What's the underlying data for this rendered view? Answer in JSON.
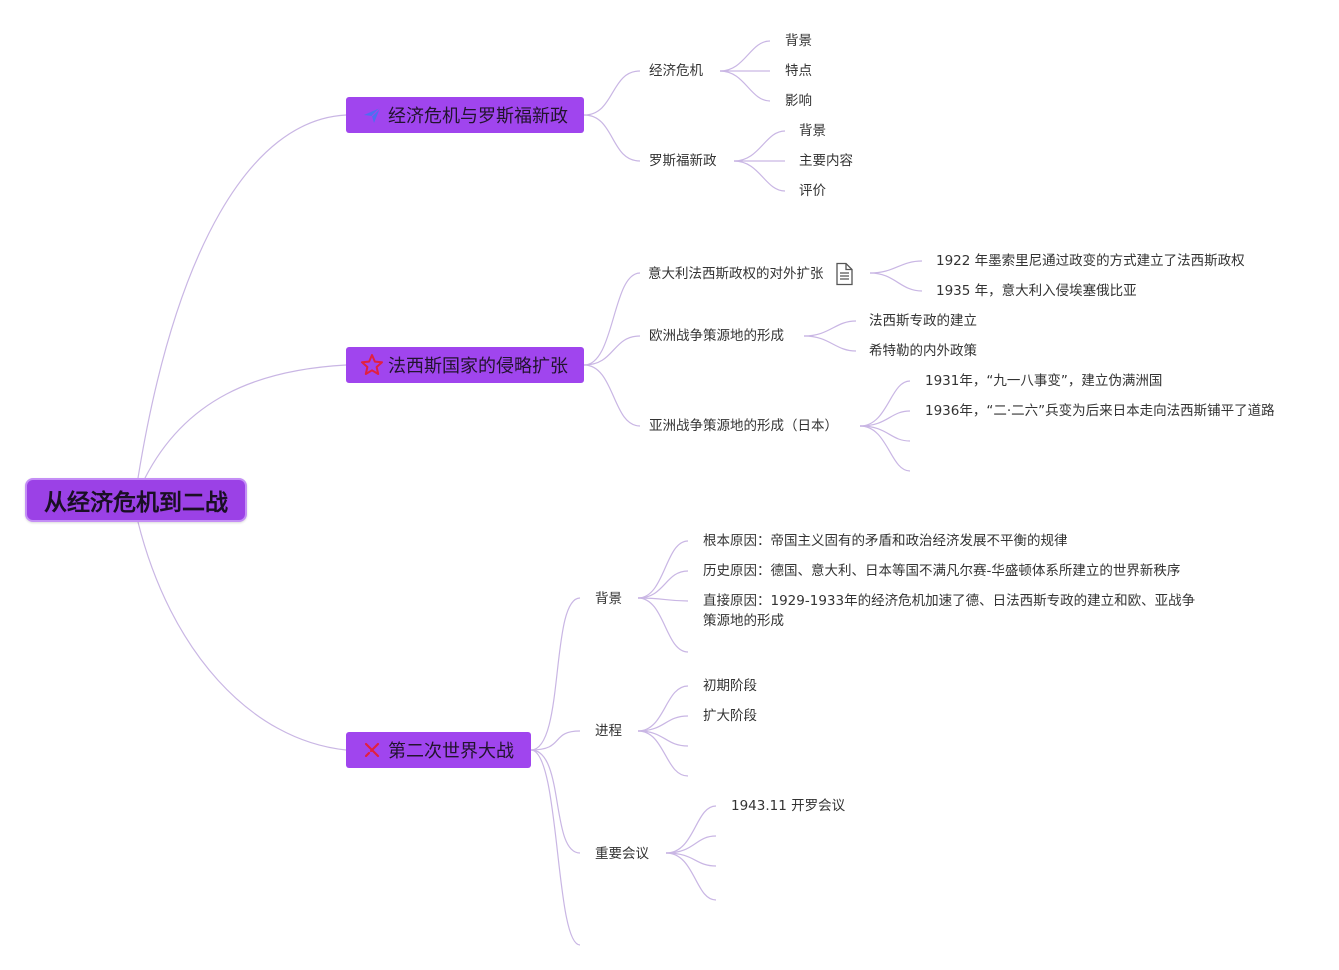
{
  "root": {
    "label": "从经济危机到二战"
  },
  "colors": {
    "line": "#c9b6e4",
    "branch": "#a045ee",
    "root": "#9b41e6",
    "icon_blue": "#4c6ff0",
    "icon_red": "#e2203f"
  },
  "branches": [
    {
      "label": "经济危机与罗斯福新政",
      "icon": "send-icon",
      "children": [
        {
          "label": "经济危机",
          "children": [
            "背景",
            "特点",
            "影响"
          ]
        },
        {
          "label": "罗斯福新政",
          "children": [
            "背景",
            "主要内容",
            "评价"
          ]
        }
      ]
    },
    {
      "label": "法西斯国家的侵略扩张",
      "icon": "star-icon",
      "children": [
        {
          "label": "意大利法西斯政权的对外扩张",
          "note_icon": "note-icon",
          "children": [
            "1922 年墨索里尼通过政变的方式建立了法西斯政权",
            "1935 年，意大利入侵埃塞俄比亚"
          ]
        },
        {
          "label": "欧洲战争策源地的形成",
          "children": [
            "法西斯专政的建立",
            "希特勒的内外政策"
          ]
        },
        {
          "label": "亚洲战争策源地的形成（日本）",
          "children": [
            "1931年，“九一八事变”，建立伪满洲国",
            "1936年，“二·二六”兵变为后来日本走向法西斯铺平了道路"
          ]
        }
      ]
    },
    {
      "label": "第二次世界大战",
      "icon": "swords-icon",
      "children": [
        {
          "label": "背景",
          "children": [
            "根本原因：帝国主义固有的矛盾和政治经济发展不平衡的规律",
            "历史原因：德国、意大利、日本等国不满凡尔赛-华盛顿体系所建立的世界新秩序",
            "直接原因：1929-1933年的经济危机加速了德、日法西斯专政的建立和欧、亚战争策源地的形成"
          ]
        },
        {
          "label": "进程",
          "children": [
            "初期阶段",
            "扩大阶段"
          ]
        },
        {
          "label": "重要会议",
          "children": [
            "1943.11 开罗会议"
          ]
        }
      ]
    }
  ]
}
